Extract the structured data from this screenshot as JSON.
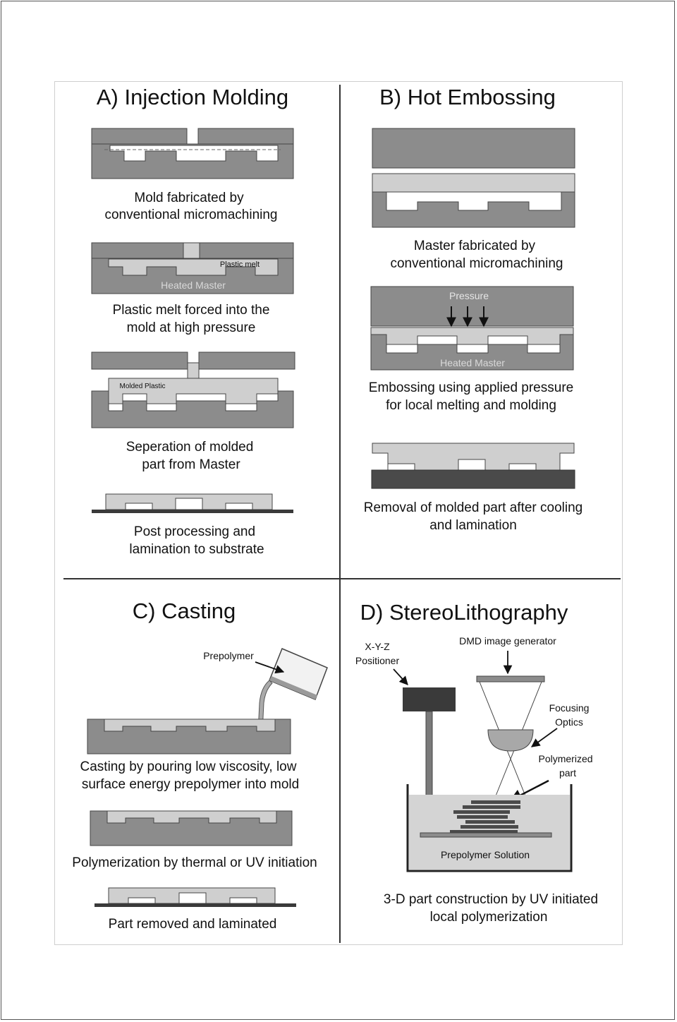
{
  "panels": {
    "a": {
      "title": "A) Injection Molding",
      "step1": [
        "Mold fabricated by",
        "conventional micromachining"
      ],
      "melt_label": "Plastic melt",
      "master_label": "Heated Master",
      "step2": [
        "Plastic melt forced into the",
        "mold at high pressure"
      ],
      "molded_label": "Molded Plastic",
      "step3": [
        "Seperation of molded",
        "part from Master"
      ],
      "step4": [
        "Post processing and",
        "lamination to substrate"
      ]
    },
    "b": {
      "title": "B) Hot Embossing",
      "step1": [
        "Master fabricated by",
        "conventional micromachining"
      ],
      "pressure_label": "Pressure",
      "master_label": "Heated Master",
      "step2": [
        "Embossing using applied pressure",
        "for local melting and molding"
      ],
      "step3": [
        "Removal of molded part after cooling",
        "and lamination"
      ]
    },
    "c": {
      "title": "C) Casting",
      "prepolymer_label": "Prepolymer",
      "step1": [
        "Casting by pouring low viscosity, low",
        "surface energy prepolymer into mold"
      ],
      "step2": "Polymerization by thermal or UV initiation",
      "step3": "Part removed and laminated"
    },
    "d": {
      "title": "D) StereoLithography",
      "positioner_label": [
        "X-Y-Z",
        "Positioner"
      ],
      "dmd_label": "DMD image generator",
      "optics_label": [
        "Focusing",
        "Optics"
      ],
      "part_label": [
        "Polymerized",
        "part"
      ],
      "solution_label": "Prepolymer Solution",
      "caption": [
        "3-D part construction by UV initiated",
        "local polymerization"
      ]
    }
  },
  "colors": {
    "mold_gray": "#8c8c8c",
    "plastic_light": "#cfcfcf",
    "cavity_white": "#ffffff",
    "dark": "#3a3a3a",
    "divider": "#333333"
  }
}
